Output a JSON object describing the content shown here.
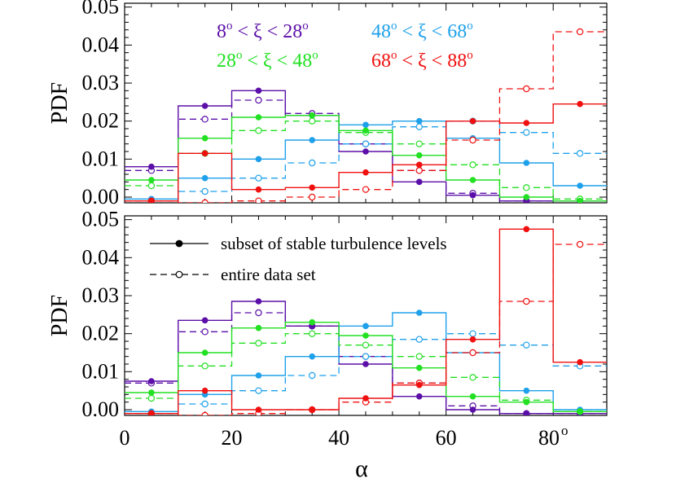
{
  "chart_data": [
    {
      "type": "line",
      "panel": "top",
      "ylabel": "PDF",
      "xlim": [
        0,
        90
      ],
      "ylim": [
        -0.0015,
        0.051
      ],
      "y_tick_labels": [
        "0.00",
        "0.01",
        "0.02",
        "0.03",
        "0.04",
        "0.05"
      ],
      "bin_edges": [
        0,
        10,
        20,
        30,
        40,
        50,
        60,
        70,
        80,
        90
      ],
      "bin_centers": [
        5,
        15,
        25,
        35,
        45,
        55,
        65,
        75,
        85
      ],
      "legend": [
        {
          "label": "8° < ξ < 28°",
          "color": "#5b0fa8"
        },
        {
          "label": "48° < ξ < 68°",
          "color": "#1ea0ea"
        },
        {
          "label": "28° < ξ < 48°",
          "color": "#22e022"
        },
        {
          "label": "68° < ξ < 88°",
          "color": "#f01010"
        }
      ],
      "series": [
        {
          "color": "#5b0fa8",
          "solid": [
            0.008,
            0.024,
            0.028,
            0.0215,
            0.012,
            0.004,
            0.0005,
            -0.001,
            -0.001
          ],
          "dashed": [
            0.007,
            0.0205,
            0.0255,
            0.022,
            0.014,
            0.007,
            0.001,
            -0.001,
            -0.001
          ]
        },
        {
          "color": "#1ea0ea",
          "solid": [
            -0.0005,
            0.005,
            0.01,
            0.015,
            0.019,
            0.02,
            0.0155,
            0.009,
            0.003
          ],
          "dashed": [
            -0.001,
            0.0015,
            0.005,
            0.009,
            0.014,
            0.0185,
            0.02,
            0.017,
            0.0115
          ]
        },
        {
          "color": "#22e022",
          "solid": [
            0.0045,
            0.0155,
            0.021,
            0.0215,
            0.0175,
            0.011,
            0.0045,
            0.0,
            -0.001
          ],
          "dashed": [
            0.003,
            0.0115,
            0.0175,
            0.02,
            0.017,
            0.014,
            0.0085,
            0.0025,
            -0.0005
          ]
        },
        {
          "color": "#f01010",
          "solid": [
            -0.001,
            0.0115,
            0.002,
            0.0025,
            0.0065,
            0.0085,
            0.02,
            0.0195,
            0.0245
          ],
          "dashed": [
            -0.001,
            -0.0015,
            -0.001,
            0.0,
            0.002,
            0.007,
            0.015,
            0.0285,
            0.0435
          ]
        }
      ]
    },
    {
      "type": "line",
      "panel": "bottom",
      "ylabel": "PDF",
      "xlabel": "α",
      "xlim": [
        0,
        90
      ],
      "ylim": [
        -0.0015,
        0.051
      ],
      "x_tick_labels": [
        "0",
        "20",
        "40",
        "60",
        "80°"
      ],
      "y_tick_labels": [
        "0.00",
        "0.01",
        "0.02",
        "0.03",
        "0.04",
        "0.05"
      ],
      "bin_edges": [
        0,
        10,
        20,
        30,
        40,
        50,
        60,
        70,
        80,
        90
      ],
      "bin_centers": [
        5,
        15,
        25,
        35,
        45,
        55,
        65,
        75,
        85
      ],
      "legend": [
        {
          "label": "subset of stable turbulence levels",
          "style": "solid"
        },
        {
          "label": "entire data set",
          "style": "dashed"
        }
      ],
      "series": [
        {
          "color": "#5b0fa8",
          "solid": [
            0.0075,
            0.0235,
            0.0285,
            0.022,
            0.012,
            0.0035,
            0.0,
            -0.001,
            -0.001
          ],
          "dashed": [
            0.007,
            0.0205,
            0.0255,
            0.022,
            0.014,
            0.007,
            0.001,
            -0.001,
            -0.001
          ]
        },
        {
          "color": "#1ea0ea",
          "solid": [
            -0.0005,
            0.004,
            0.009,
            0.014,
            0.022,
            0.0255,
            0.015,
            0.005,
            0.0
          ],
          "dashed": [
            -0.001,
            0.0015,
            0.005,
            0.009,
            0.014,
            0.0185,
            0.02,
            0.017,
            0.0115
          ]
        },
        {
          "color": "#22e022",
          "solid": [
            0.0045,
            0.015,
            0.0215,
            0.023,
            0.0195,
            0.011,
            0.0035,
            0.002,
            -0.0005
          ],
          "dashed": [
            0.003,
            0.0115,
            0.0175,
            0.02,
            0.017,
            0.014,
            0.0085,
            0.0025,
            -0.0005
          ]
        },
        {
          "color": "#f01010",
          "solid": [
            -0.001,
            0.005,
            0.0,
            0.0,
            0.003,
            0.0065,
            0.0185,
            0.0475,
            0.0125
          ],
          "dashed": [
            -0.001,
            -0.0015,
            -0.001,
            0.0,
            0.002,
            0.007,
            0.015,
            0.0285,
            0.0435
          ]
        }
      ]
    }
  ]
}
